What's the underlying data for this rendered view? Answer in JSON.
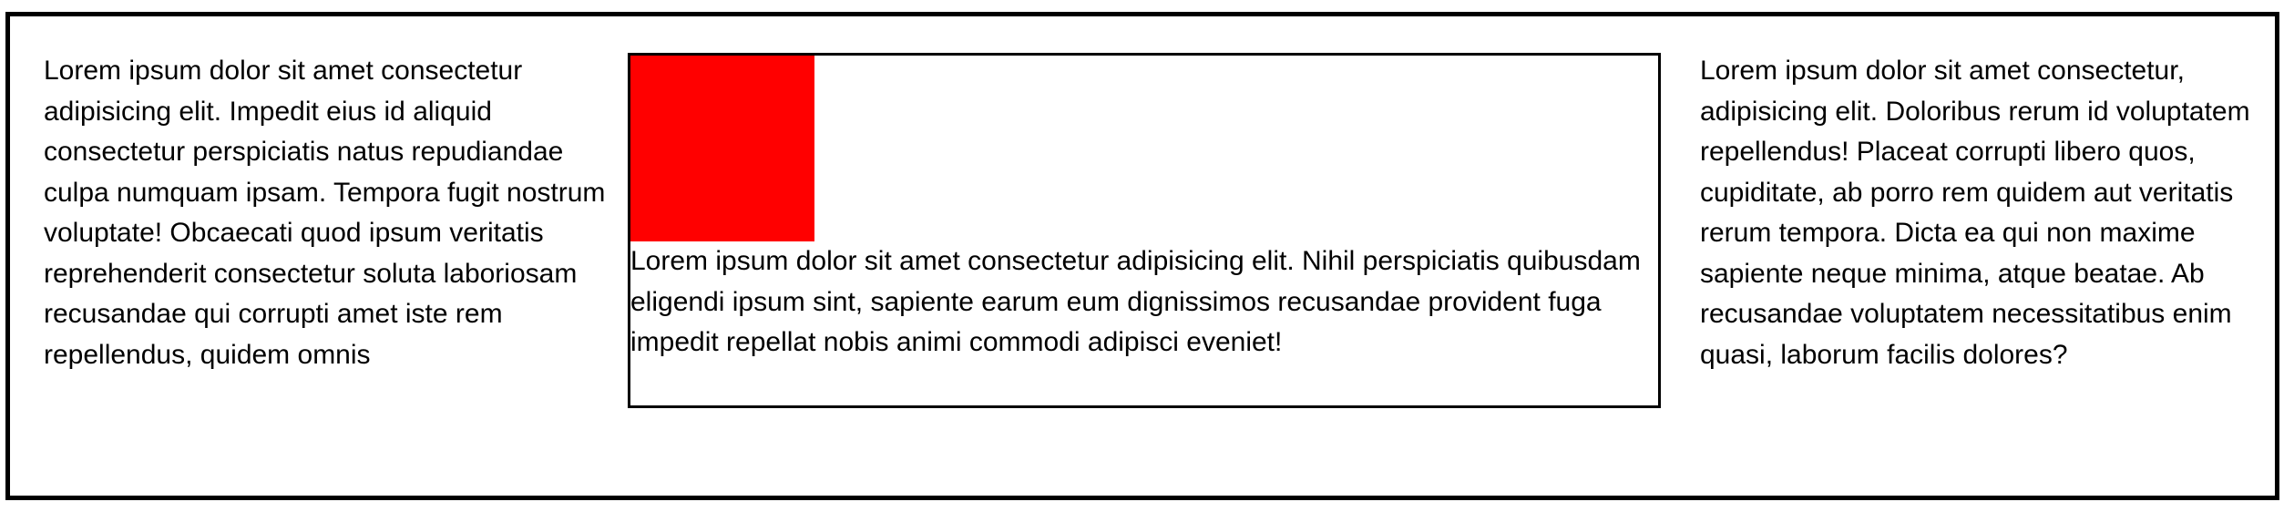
{
  "columns": {
    "left": {
      "text": "Lorem ipsum dolor sit amet consectetur adipisicing elit. Impedit eius id aliquid consectetur perspiciatis natus repudiandae culpa numquam ipsam. Tempora fugit nostrum voluptate! Obcaecati quod ipsum veritatis reprehenderit consectetur soluta laboriosam recusandae qui corrupti amet iste rem repellendus, quidem omnis"
    },
    "center": {
      "text": "Lorem ipsum dolor sit amet consectetur adipisicing elit. Nihil perspiciatis quibusdam eligendi ipsum sint, sapiente earum eum dignissimos recusandae provident fuga impedit repellat nobis animi commodi adipisci eveniet!",
      "square_color": "#ff0000"
    },
    "right": {
      "text": "Lorem ipsum dolor sit amet consectetur, adipisicing elit. Doloribus rerum id voluptatem repellendus! Placeat corrupti libero quos, cupiditate, ab porro rem quidem aut veritatis rerum tempora. Dicta ea qui non maxime sapiente neque minima, atque beatae. Ab recusandae voluptatem necessitatibus enim quasi, laborum facilis dolores?"
    }
  }
}
